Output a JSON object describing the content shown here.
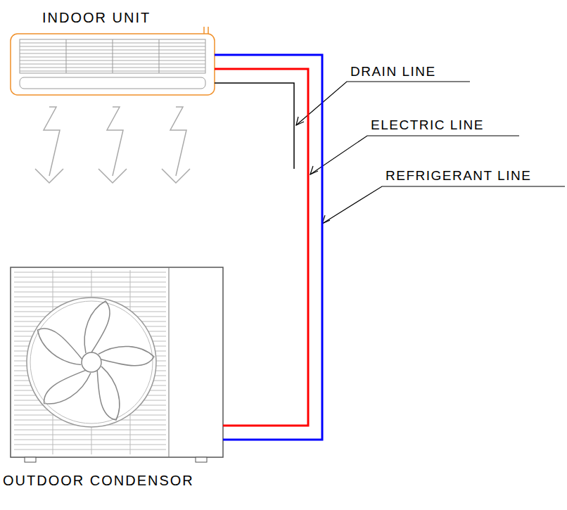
{
  "diagram": {
    "nodes": [
      {
        "text": [
          "INDOOR UNIT"
        ]
      },
      {
        "text": [
          "OUTDOOR CONDENSOR"
        ]
      }
    ],
    "edges": [
      {
        "from": 0,
        "to": 1,
        "arrow": "none",
        "label": "ELECTRIC LINE"
      },
      {
        "from": 0,
        "to": 1,
        "arrow": "none",
        "label": "REFRIGERANT LINE"
      }
    ],
    "labels": [
      "DRAIN LINE"
    ]
  }
}
